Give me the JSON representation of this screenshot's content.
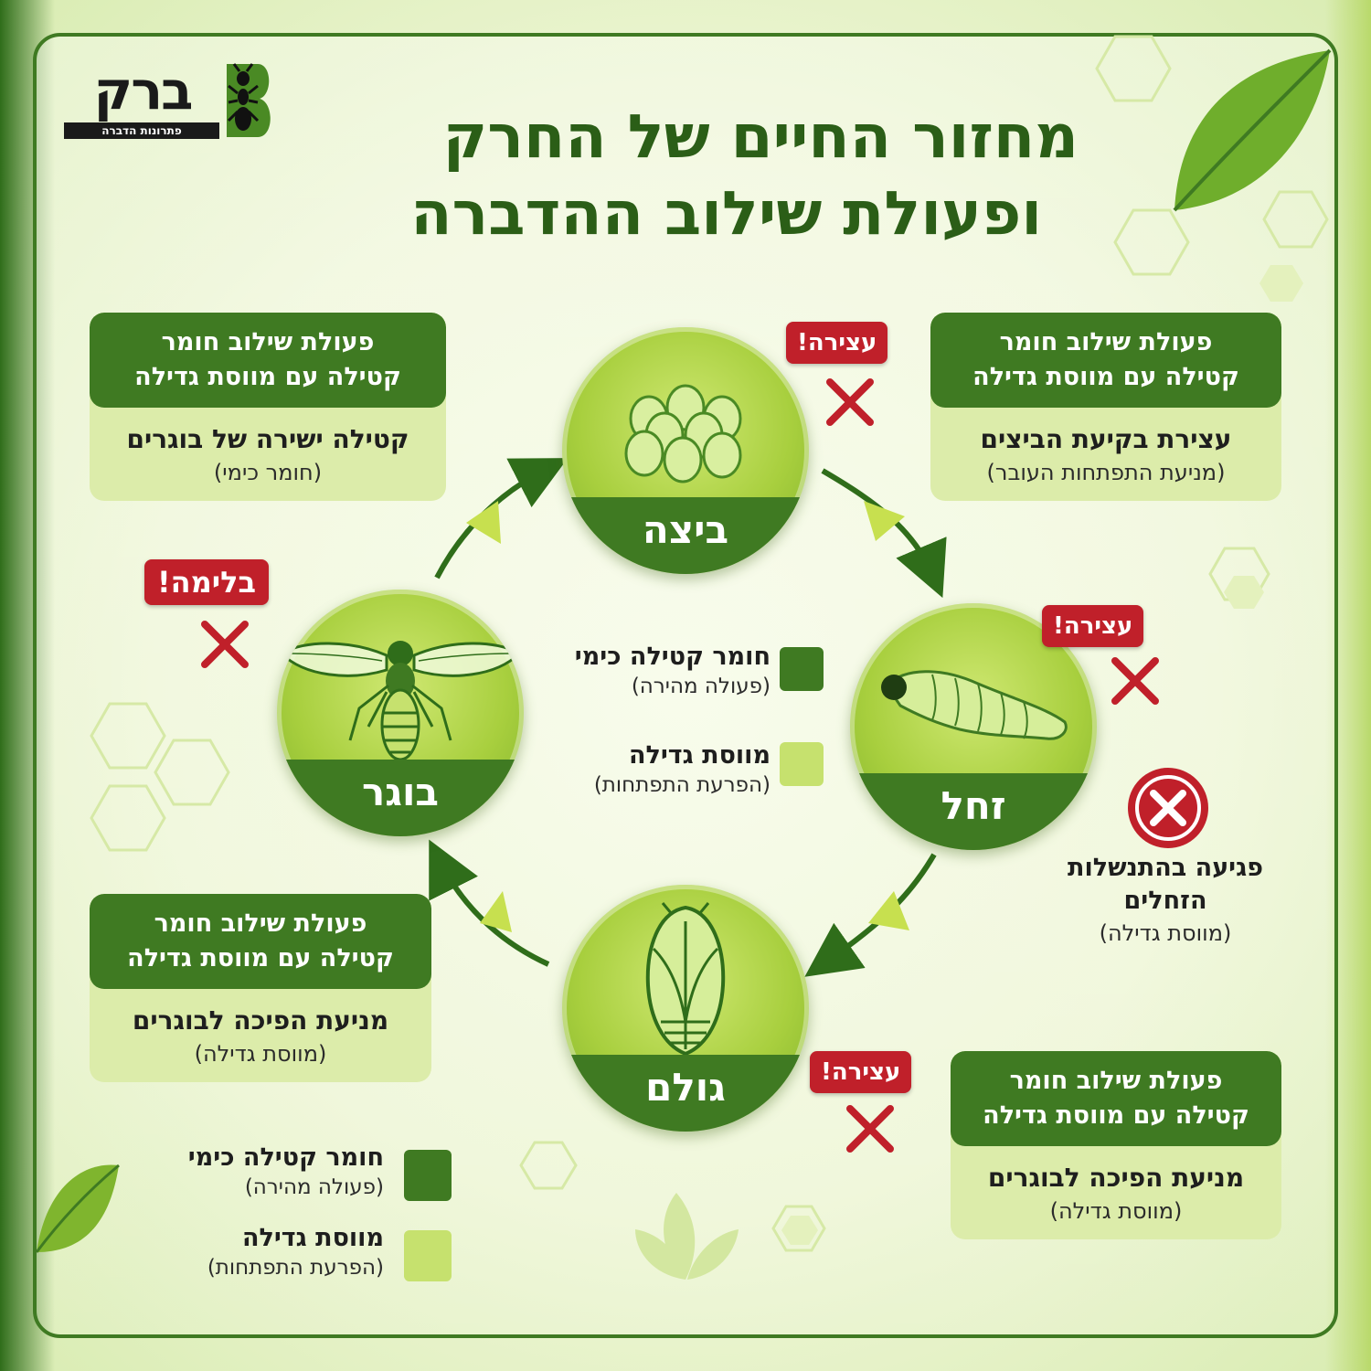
{
  "logo": {
    "name": "ברק",
    "tagline": "פתרונות הדברה"
  },
  "title": {
    "line1": "מחזור החיים של החרק",
    "line2": "ופעולת שילוב ההדברה"
  },
  "stages": {
    "egg": {
      "label": "ביצה",
      "icon": "eggs-icon"
    },
    "larva": {
      "label": "זחל",
      "icon": "larva-icon"
    },
    "pupa": {
      "label": "גולם",
      "icon": "pupa-icon"
    },
    "adult": {
      "label": "בוגר",
      "icon": "fly-icon"
    }
  },
  "badges": {
    "egg": "עצירה!",
    "larva": "עצירה!",
    "pupa": "עצירה!",
    "adult": "בלימה!"
  },
  "boxes": {
    "top_left": {
      "head_line1": "פעולת שילוב חומר",
      "head_line2": "קטילה עם מווסת גדילה",
      "main": "קטילה ישירה של בוגרים",
      "sub": "(חומר כימי)"
    },
    "top_right": {
      "head_line1": "פעולת שילוב חומר",
      "head_line2": "קטילה עם מווסת גדילה",
      "main": "עצירת בקיעת הביצים",
      "sub": "(מניעת התפתחות העובר)"
    },
    "bottom_left": {
      "head_line1": "פעולת שילוב חומר",
      "head_line2": "קטילה עם מווסת גדילה",
      "main": "מניעת הפיכה לבוגרים",
      "sub": "(מווסת גדילה)"
    },
    "bottom_right": {
      "head_line1": "פעולת שילוב חומר",
      "head_line2": "קטילה עם מווסת גדילה",
      "main": "מניעת הפיכה לבוגרים",
      "sub": "(מווסת גדילה)"
    }
  },
  "larva_harm": {
    "line1": "פגיעה בהתנשלות",
    "line2": "הזחלים",
    "sub": "(מווסת גדילה)"
  },
  "legend": {
    "chemical_main": "חומר קטילה כימי",
    "chemical_sub": "(פעולה מהירה)",
    "growth_main": "מווסת גדילה",
    "growth_sub": "(הפרעת התפתחות)"
  },
  "colors": {
    "dark_green": "#3f7a22",
    "light_green": "#c6e16e",
    "stop_red": "#c0202a"
  }
}
